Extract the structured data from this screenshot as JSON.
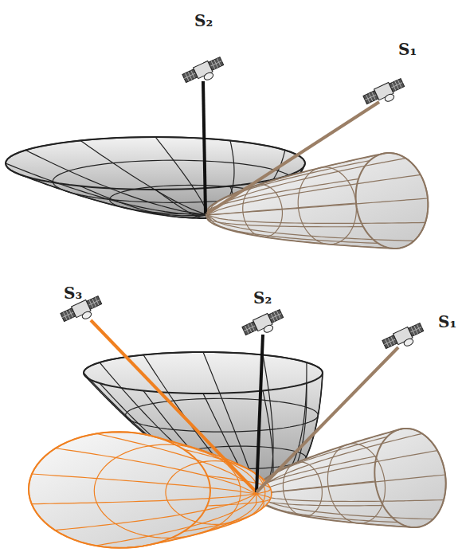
{
  "diagram": {
    "labels": [
      "S₂",
      "S₁",
      "S₃",
      "S₂",
      "S₁"
    ]
  }
}
